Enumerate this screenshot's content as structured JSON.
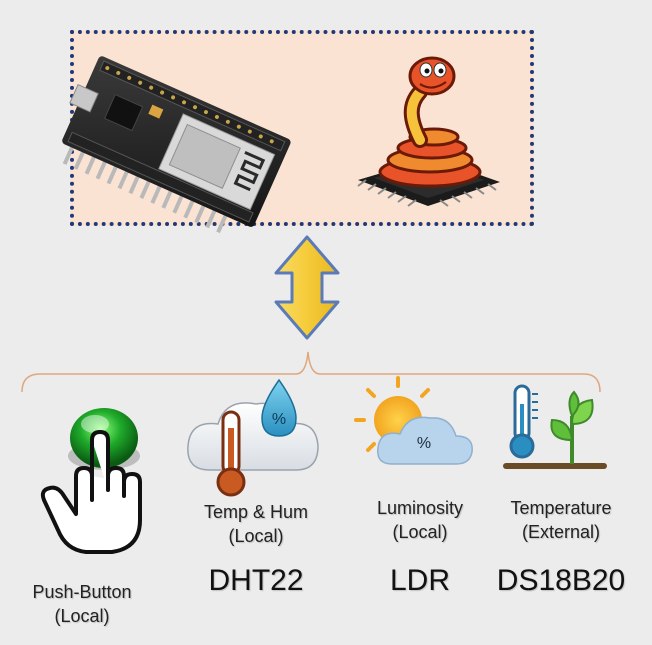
{
  "sensors": [
    {
      "id": "pushbutton",
      "desc_line1": "Push-Button",
      "desc_line2": "(Local)",
      "model": ""
    },
    {
      "id": "dht22",
      "desc_line1": "Temp & Hum",
      "desc_line2": "(Local)",
      "model": "DHT22"
    },
    {
      "id": "ldr",
      "desc_line1": "Luminosity",
      "desc_line2": "(Local)",
      "model": "LDR"
    },
    {
      "id": "ds18b20",
      "desc_line1": "Temperature",
      "desc_line2": "(External)",
      "model": "DS18B20"
    }
  ],
  "icons": {
    "board": "nodemcu-board-icon",
    "micropython": "micropython-snake-icon",
    "link": "double-arrow-icon",
    "pushbutton": "push-button-icon",
    "dht22": "temp-humidity-icon",
    "ldr": "luminosity-icon",
    "ds18b20": "plant-thermometer-icon"
  },
  "colors": {
    "background": "#ececec",
    "box_fill": "#fbe3d3",
    "box_border": "#1f3a7a",
    "arrow_fill": "#f5d04a",
    "arrow_stroke": "#5b7bb8",
    "bracket": "#e0a77e"
  }
}
